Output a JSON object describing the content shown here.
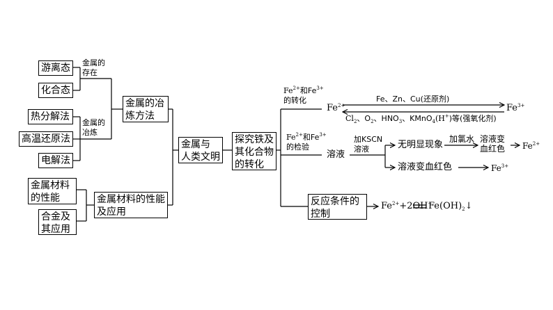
{
  "left_boxes": {
    "youlitai": "游离态",
    "huahetai": "化合态",
    "refenjiefa": "热分解法",
    "gaowenhuanyuanfa": "高温还原法",
    "dianjiefa": "电解法",
    "material_props_1": "金属材料",
    "material_props_2": "的性能",
    "alloy_1": "合金及",
    "alloy_2": "其应用"
  },
  "mid_labels": {
    "exist_1": "金属的",
    "exist_2": "存在",
    "smelt_1": "金属的",
    "smelt_2": "冶炼"
  },
  "mid_boxes": {
    "smelting_1": "金属的冶",
    "smelting_2": "炼方法",
    "material_1": "金属材料的性能",
    "material_2": "及应用",
    "civilization_1": "金属与",
    "civilization_2": "人类文明",
    "iron_1": "探究铁及",
    "iron_2": "其化合物",
    "iron_3": "的转化",
    "reaction_cond_1": "反应条件的",
    "reaction_cond_2": "控制",
    "rongye": "溶液"
  },
  "branch_labels": {
    "conversion_a": "Fe",
    "conversion_b": "和Fe",
    "conversion_c": "的转化",
    "test_a": "Fe",
    "test_b": "和Fe",
    "test_c": "的检验"
  },
  "conversion": {
    "left_fe": "Fe",
    "left_charge": "2+",
    "right_fe": "Fe",
    "right_charge": "3+",
    "reducing": "Fe、Zn、Cu(还原剂)",
    "oxidizing_a": "Cl",
    "oxidizing_b": "、O",
    "oxidizing_c": "、HNO",
    "oxidizing_d": "、KMnO",
    "oxidizing_e": "(H",
    "oxidizing_f": ")等(强氧化剂)"
  },
  "test": {
    "reagent_1": "加KSCN",
    "reagent_2": "溶液",
    "no_change": "无明显现象",
    "chlorine_water": "加氯水",
    "turns_red_1": "溶液变",
    "turns_red_2": "血红色",
    "fe2_result": "Fe",
    "fe2_charge": "2+",
    "blood_red": "溶液变血红色",
    "fe3_result": "Fe",
    "fe3_charge": "3+"
  },
  "equation": {
    "fe": "Fe",
    "charge": "2+",
    "plus_oh": "+2OH",
    "minus": "−",
    "product": "Fe(OH)",
    "sub2": "2",
    "precipitate": "↓"
  }
}
